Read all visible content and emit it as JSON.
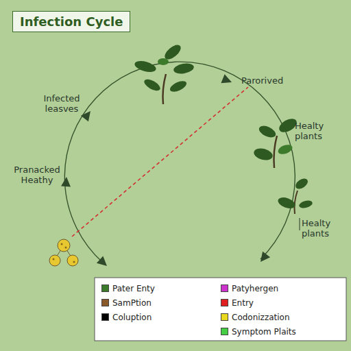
{
  "diagram": {
    "title": "Infection Cycle",
    "labels": [
      "Infected leasves",
      "Parorived",
      "Healty plants",
      "Pranacked Heathy",
      "Healty plants"
    ],
    "legend": [
      {
        "text": "Pater Enty",
        "color": "#3a7a2a"
      },
      {
        "text": "Patyhergen",
        "color": "#cc33cc"
      },
      {
        "text": "SamPtion",
        "color": "#8b5a2b"
      },
      {
        "text": "Entry",
        "color": "#e02020"
      },
      {
        "text": "Coluption",
        "color": "#000000"
      },
      {
        "text": "Codonizzation",
        "color": "#e8d820"
      },
      {
        "text": "Symptom Plaits",
        "color": "#44cc44"
      }
    ]
  }
}
